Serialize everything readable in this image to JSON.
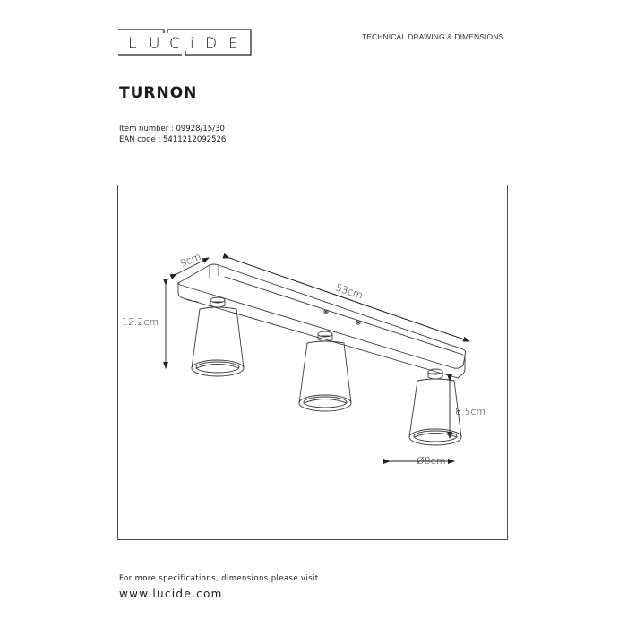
{
  "header": {
    "brand": "LUCIDE",
    "brand_letters": [
      "L",
      "U",
      "C",
      "i",
      "D",
      "E"
    ],
    "document_type": "TECHNICAL DRAWING & DIMENSIONS"
  },
  "product": {
    "name": "TURNON",
    "item_number_label": "Item number : 09928/15/30",
    "ean_label": "EAN code : 5411212092526",
    "item_number": "09928/15/30",
    "ean_code": "5411212092526"
  },
  "drawing": {
    "subject": "3-light ceiling spotlight bar",
    "spot_count": 3,
    "dimensions": {
      "depth": "9cm",
      "length": "53cm",
      "total_height": "12.2cm",
      "shade_height": "8.5cm",
      "shade_diameter": "Ø8cm"
    },
    "line_color": "#3a3a3a",
    "frame_color": "#4a4a4a"
  },
  "footer": {
    "note": "For more specifications, dimensions please visit",
    "url": "www.lucide.com"
  }
}
